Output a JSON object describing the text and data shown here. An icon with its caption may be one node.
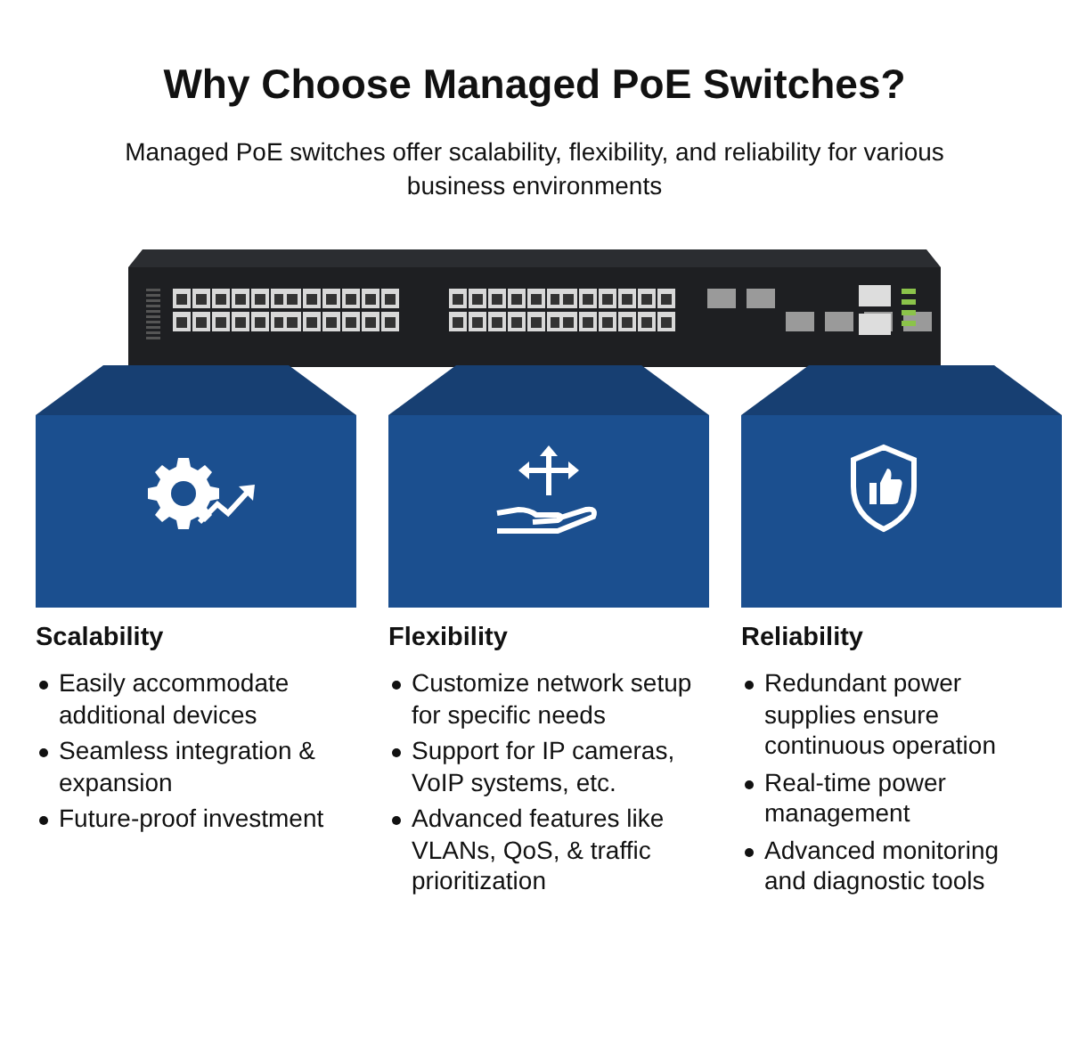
{
  "diagram": {
    "title": "Why Choose Managed PoE Switches?",
    "caption": "Managed PoE switches offer scalability, flexibility, and reliability for various business environments",
    "nodes": [
      {
        "text": [
          "Scalability",
          "Easily accommodate additional devices",
          "Seamless integration & expansion",
          "Future-proof investment"
        ]
      },
      {
        "text": [
          "Flexibility",
          "Customize network setup for specific needs",
          "Support for IP cameras, VoIP systems, etc.",
          "Advanced features like VLANs, QoS, & traffic prioritization"
        ]
      },
      {
        "text": [
          "Reliability",
          "Redundant power supplies ensure continuous operation",
          "Real-time power management",
          "Advanced monitoring and diagnostic tools"
        ]
      }
    ]
  }
}
